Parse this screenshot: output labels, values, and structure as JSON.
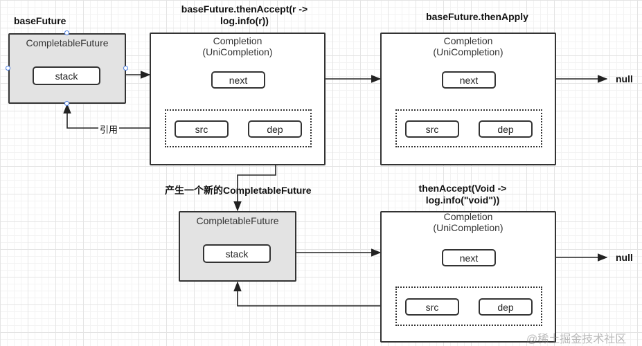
{
  "labels": {
    "base_future": "baseFuture",
    "then_accept_top": [
      "baseFuture.thenAccept(r ->",
      "log.info(r))"
    ],
    "then_apply_top": "baseFuture.thenApply",
    "new_cf": "产生一个新的CompletableFuture",
    "then_accept_bottom": [
      "thenAccept(Void ->",
      "log.info(\"void\"))"
    ]
  },
  "future_top": {
    "title": "CompletableFuture",
    "stack": "stack"
  },
  "future_bottom": {
    "title": "CompletableFuture",
    "stack": "stack"
  },
  "completion_1": {
    "title": "Completion",
    "subtitle": "(UniCompletion)",
    "next": "next",
    "src": "src",
    "dep": "dep"
  },
  "completion_2": {
    "title": "Completion",
    "subtitle": "(UniCompletion)",
    "next": "next",
    "src": "src",
    "dep": "dep"
  },
  "completion_3": {
    "title": "Completion",
    "subtitle": "(UniCompletion)",
    "next": "next",
    "src": "src",
    "dep": "dep"
  },
  "null_top": "null",
  "null_bottom": "null",
  "ref_label": "引用",
  "watermark": "@稀土掘金技术社区"
}
